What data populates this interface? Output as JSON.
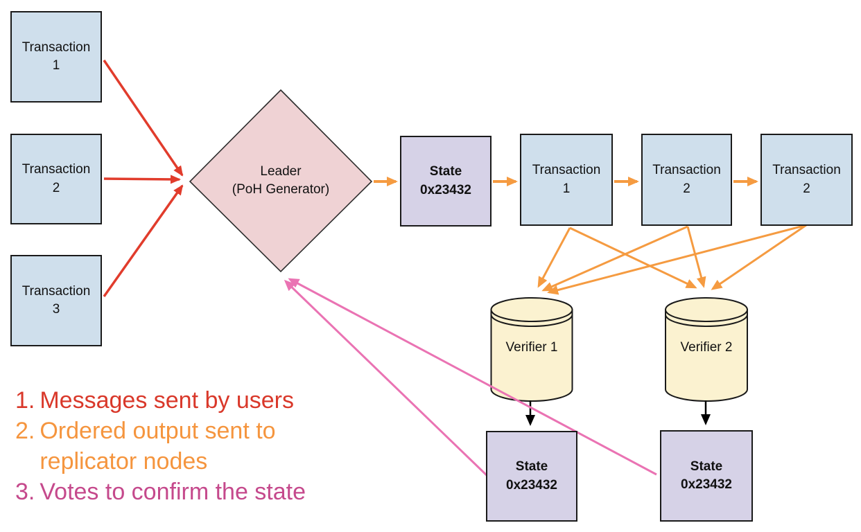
{
  "colors": {
    "box_blue": "#cfdfec",
    "diamond_pink": "#efd2d4",
    "state_purple": "#d6d2e7",
    "verifier_cream": "#fbf2d0",
    "shape_border": "#2d2d2d",
    "arrow_red": "#e13c2c",
    "arrow_orange": "#f59b41",
    "arrow_pink": "#ea73b3",
    "arrow_black": "#000000",
    "legend_red": "#d9382a",
    "legend_orange": "#f5953e",
    "legend_pink": "#c5498c"
  },
  "nodes": {
    "user_tx_1": "Transaction\n1",
    "user_tx_2": "Transaction\n2",
    "user_tx_3": "Transaction\n3",
    "leader": "Leader\n(PoH Generator)",
    "state_initial": "State\n0x23432",
    "chain_tx_1": "Transaction\n1",
    "chain_tx_2": "Transaction\n2",
    "chain_tx_3": "Transaction\n2",
    "verifier_1": "Verifier 1",
    "verifier_2": "Verifier 2",
    "verifier_1_state": "State\n0x23432",
    "verifier_2_state": "State\n0x23432"
  },
  "legend": {
    "items": [
      {
        "number": "1.",
        "text": "Messages sent by users",
        "color": "#d9382a"
      },
      {
        "number": "2.",
        "text": "Ordered output sent to replicator nodes",
        "color": "#f5953e"
      },
      {
        "number": "3.",
        "text": "Votes to confirm the state",
        "color": "#c5498c"
      }
    ]
  }
}
